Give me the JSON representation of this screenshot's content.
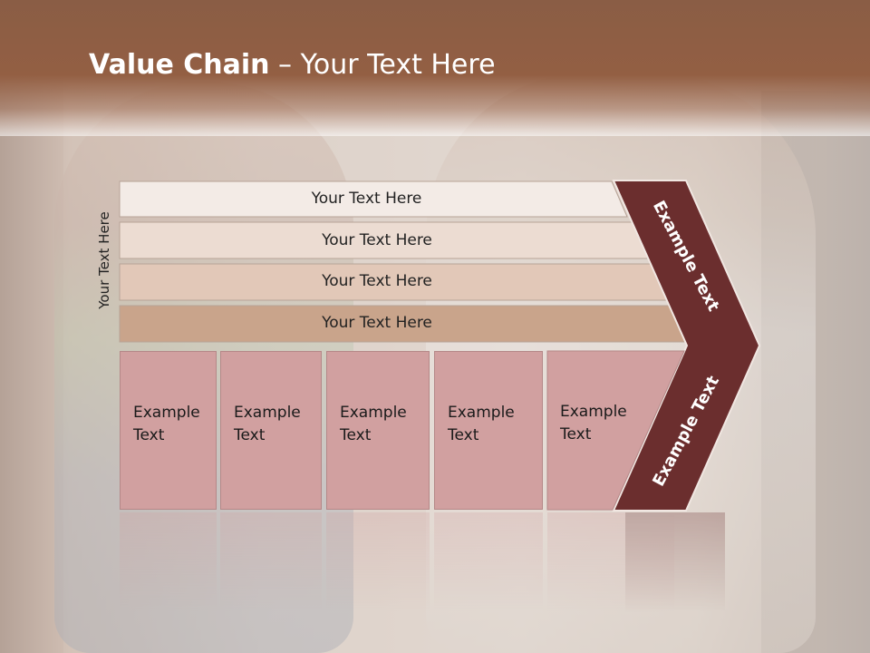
{
  "title": {
    "bold": "Value Chain",
    "rest": " – Your Text Here"
  },
  "side_label": "Your Text Here",
  "bars": [
    {
      "label": "Your Text Here",
      "color": "#f3ebe6"
    },
    {
      "label": "Your Text Here",
      "color": "#ecdcd2"
    },
    {
      "label": "Your Text Here",
      "color": "#e2c8b8"
    },
    {
      "label": "Your Text Here",
      "color": "#c9a48b"
    }
  ],
  "boxes": [
    {
      "line1": "Example",
      "line2": "Text"
    },
    {
      "line1": "Example",
      "line2": "Text"
    },
    {
      "line1": "Example",
      "line2": "Text"
    },
    {
      "line1": "Example",
      "line2": "Text"
    },
    {
      "line1": "Example",
      "line2": "Text"
    }
  ],
  "chevron": {
    "upper": "Example Text",
    "lower": "Example Text",
    "color": "#6b2e2e"
  }
}
